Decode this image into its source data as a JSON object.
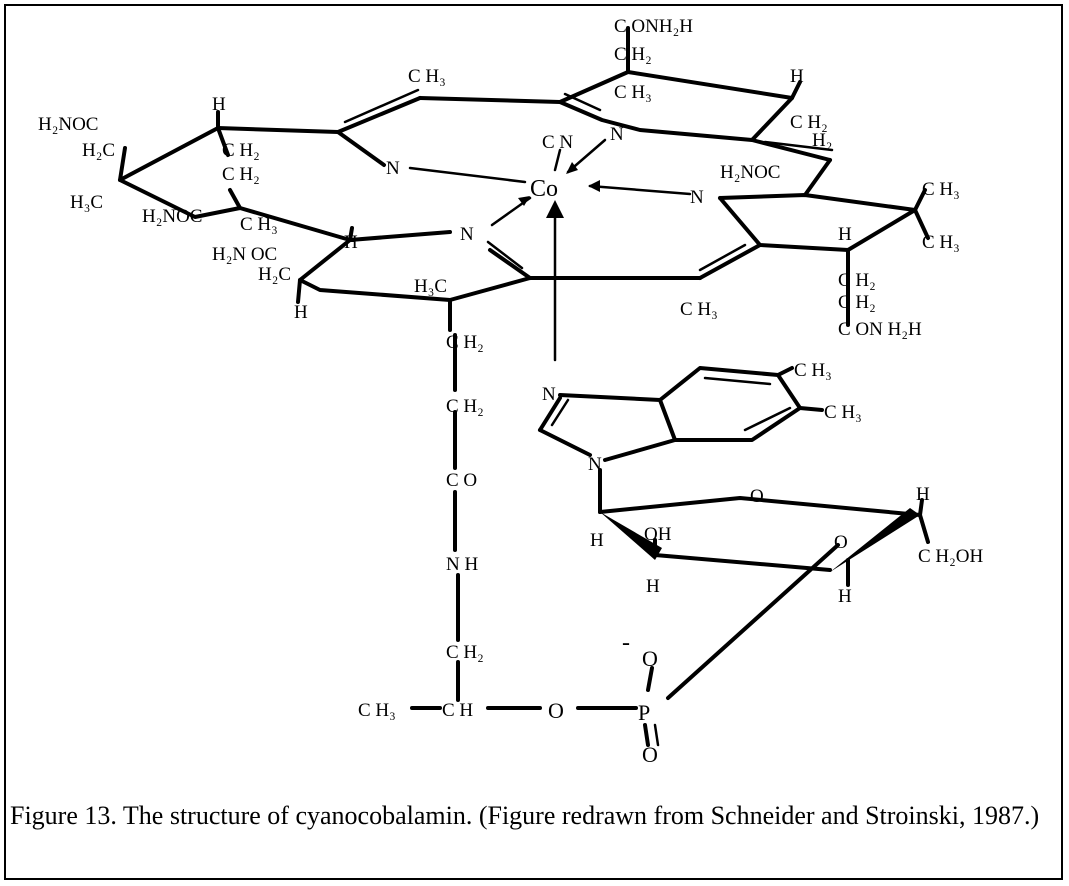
{
  "caption": "Figure 13.  The structure of cyanocobalamin. (Figure redrawn from Schneider and Stroinski, 1987.)",
  "atoms": {
    "top_conh2": "C ONH₂H",
    "top_ch2": "C H₂",
    "top_ch3": "C H₃",
    "top_h": "H",
    "ch3_top_bridge": "C H₃",
    "right_ch2_a": "C H₂",
    "right_h2": "H₂",
    "right_h2noc": "H₂NOC",
    "right_ch3_a": "C H₃",
    "right_ch3_b": "C H₃",
    "right_h": "H",
    "right_ch2_b": "C H₂",
    "right_ch2_c": "C H₂",
    "right_conh2": "C ON H₂H",
    "ch3_bottom_bridge": "C H₃",
    "left_h2noc_a": "H₂NOC",
    "left_h2c_a": "H₂C",
    "left_h3c": "H₃C",
    "left_h": "H",
    "left_ch2_a": "C H₂",
    "left_ch2_b": "C H₂",
    "left_h2noc_b": "H₂NOC",
    "left_ch3": "C H₃",
    "left_h_b": "H",
    "left_h2noc_c": "H₂N OC",
    "left_h2c_b": "H₂C",
    "left_h_c": "H",
    "n_ring_a": "N",
    "n_ring_b": "N",
    "n_ring_c": "N",
    "n_ring_d": "N",
    "cn": "C N",
    "co": "Co",
    "h3c_chain": "H₃C",
    "chain_ch2_a": "C H₂",
    "chain_ch2_b": "C H₂",
    "chain_co": "C O",
    "chain_nh": "N H",
    "chain_ch2_c": "C H₂",
    "chain_ch3": "C H₃",
    "chain_ch": "C H",
    "chain_o": "O",
    "p": "P",
    "p_o_top": "O",
    "p_minus": "-",
    "p_o_bottom": "O",
    "benz_n_top": "N",
    "benz_n_bottom": "N",
    "benz_ch3_a": "C H₃",
    "benz_ch3_b": "C H₃",
    "ribose_o": "O",
    "ribose_h_left": "H",
    "ribose_oh": "OH",
    "ribose_h_a": "H",
    "ribose_o_right": "O",
    "ribose_h_right": "H",
    "ribose_ch2oh": "C H₂OH",
    "ribose_h_b": "H"
  }
}
